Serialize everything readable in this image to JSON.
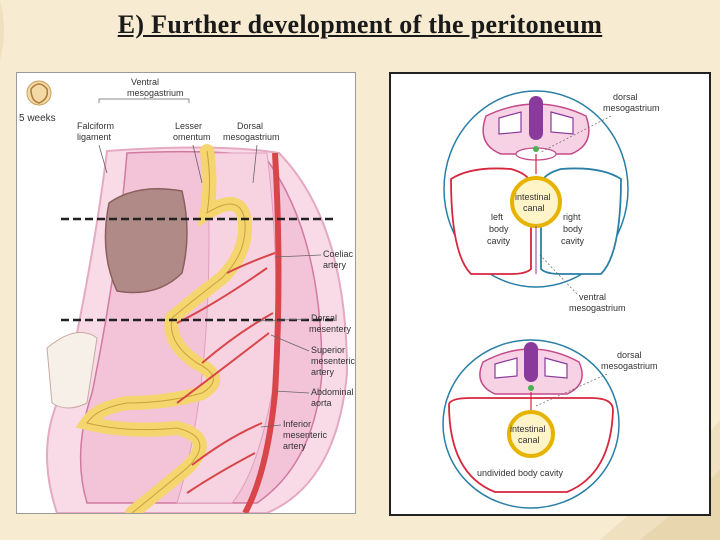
{
  "slide": {
    "title": "E) Further development of the peritoneum"
  },
  "left_panel": {
    "age": "5 weeks",
    "labels": {
      "ventral_mesogastrium": [
        "Ventral",
        "mesogastrium"
      ],
      "falciform_ligament": [
        "Falciform",
        "ligament"
      ],
      "lesser_omentum": [
        "Lesser",
        "omentum"
      ],
      "dorsal_mesogastrium": [
        "Dorsal",
        "mesogastrium"
      ],
      "coeliac_artery": [
        "Coeliac",
        "artery"
      ],
      "dorsal_mesentery": [
        "Dorsal",
        "mesentery"
      ],
      "superior_mesenteric_artery": [
        "Superior",
        "mesenteric",
        "artery"
      ],
      "abdominal_aorta": [
        "Abdominal",
        "aorta"
      ],
      "inferior_mesenteric_artery": [
        "Inferior",
        "mesenteric",
        "artery"
      ]
    }
  },
  "right_panel": {
    "top": {
      "dorsal_mesogastrium": [
        "dorsal",
        "mesogastrium"
      ],
      "intestinal_canal": [
        "intestinal",
        "canal"
      ],
      "left_body_cavity": [
        "left",
        "body",
        "cavity"
      ],
      "right_body_cavity": [
        "right",
        "body",
        "cavity"
      ],
      "ventral_mesogastrium": [
        "ventral",
        "mesogastrium"
      ]
    },
    "bottom": {
      "dorsal_mesogastrium": [
        "dorsal",
        "mesogastrium"
      ],
      "intestinal_canal": [
        "intestinal",
        "canal"
      ],
      "undivided_body_cavity": "undivided body cavity"
    }
  },
  "colors": {
    "background": "#f7ecd2",
    "gut_yellow": "#f5d56e",
    "membrane_pink": "#f2c6dc",
    "artery_red": "#d8464a",
    "liver_brown": "#b08a86",
    "cavity_red": "#d7263d",
    "cavity_blue": "#2a7fa6",
    "neural_purple": "#8a3a9a",
    "dot_green": "#4caf50"
  }
}
